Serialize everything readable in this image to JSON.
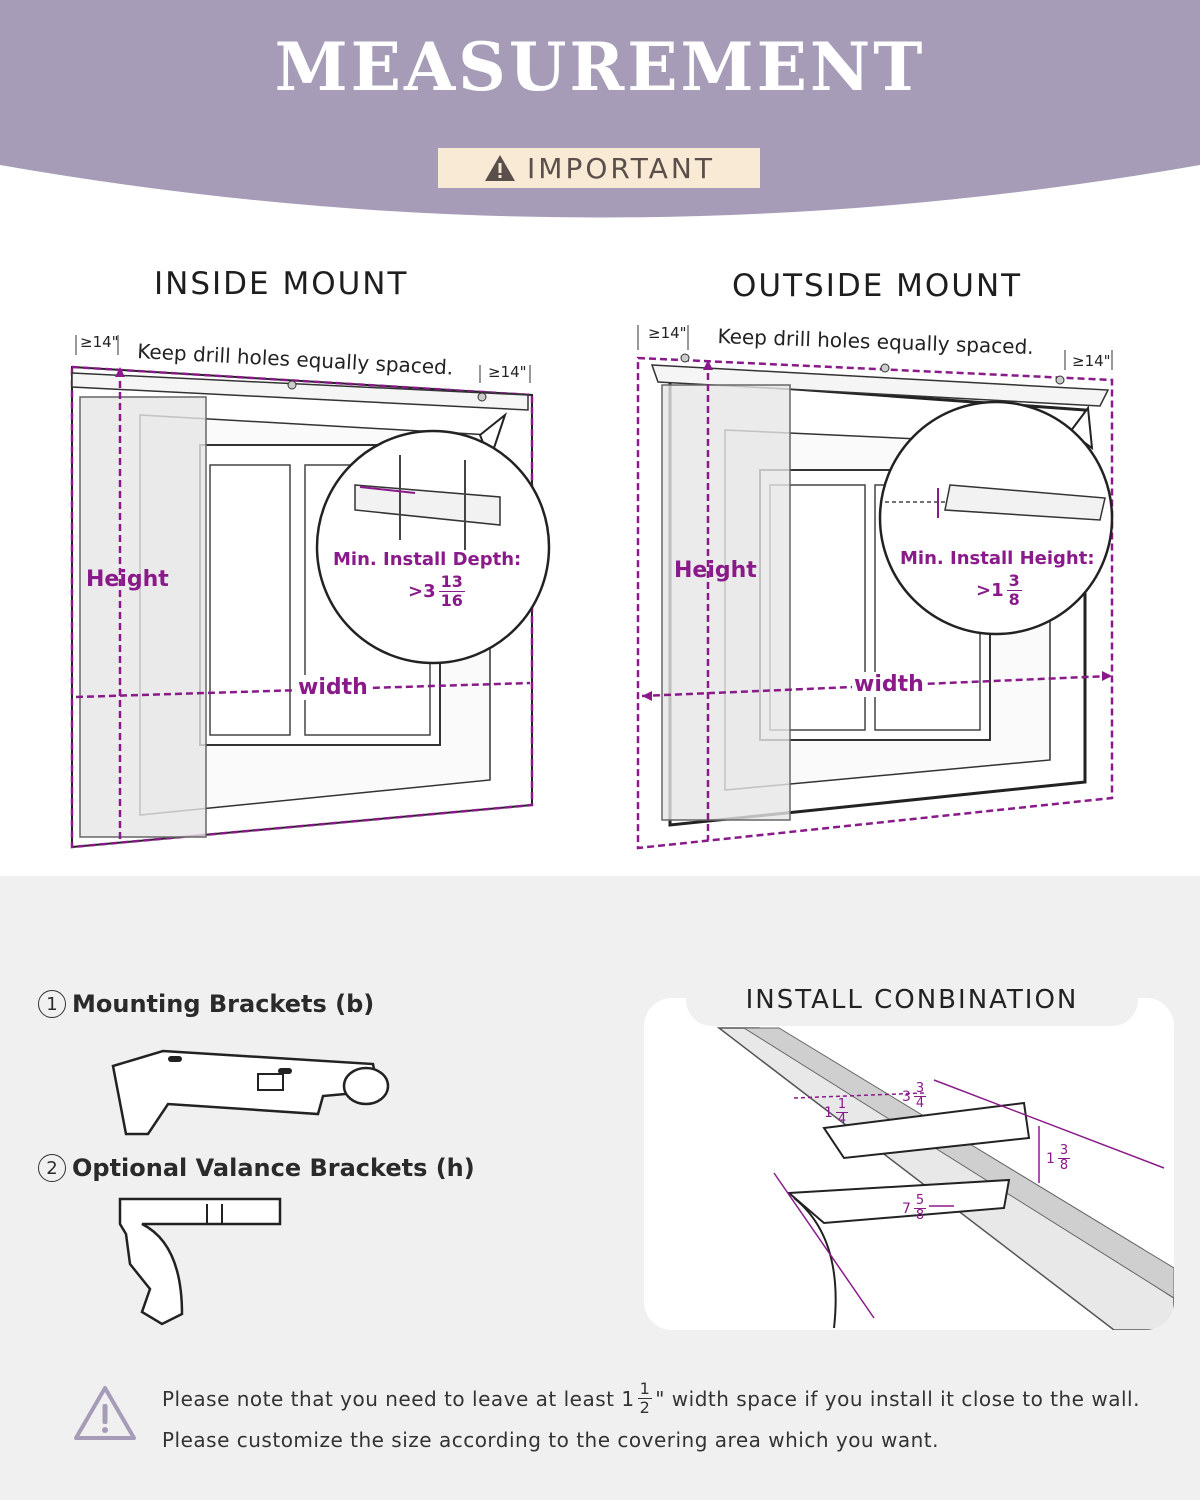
{
  "header": {
    "title": "MEASUREMENT",
    "badge": "IMPORTANT",
    "bg_color": "#a69cb8",
    "badge_bg": "#f8ead5",
    "icon": "warning-icon"
  },
  "inside_mount": {
    "title": "INSIDE MOUNT",
    "left_spacing": "≥14\"",
    "right_spacing": "≥14\"",
    "drill_note": "Keep drill holes equally spaced.",
    "height_label": "Height",
    "width_label": "width",
    "callout_label": "Min. Install Depth:",
    "callout_prefix": ">3",
    "callout_num": "13",
    "callout_den": "16"
  },
  "outside_mount": {
    "title": "OUTSIDE MOUNT",
    "left_spacing": "≥14\"",
    "right_spacing": "≥14\"",
    "drill_note": "Keep drill holes equally spaced.",
    "height_label": "Height",
    "width_label": "width",
    "callout_label": "Min. Install Height:",
    "callout_prefix": ">1",
    "callout_num": "3",
    "callout_den": "8"
  },
  "parts": {
    "item1_num": "1",
    "item1_label": "Mounting Brackets (b)",
    "item2_num": "2",
    "item2_label": "Optional Valance Brackets (h)"
  },
  "combination": {
    "title": "INSTALL CONBINATION",
    "dim_a_whole": "1",
    "dim_a_num": "1",
    "dim_a_den": "4",
    "dim_b_whole": "3",
    "dim_b_num": "3",
    "dim_b_den": "4",
    "dim_c_whole": "1",
    "dim_c_num": "3",
    "dim_c_den": "8",
    "dim_d_whole": "7",
    "dim_d_num": "5",
    "dim_d_den": "8"
  },
  "note": {
    "line1_pre": "Please note that you need to leave at least 1",
    "line1_num": "1",
    "line1_den": "2",
    "line1_post": "\" width space if you install it close to the wall.",
    "line2": "Please customize the size according to the covering area which you want.",
    "icon": "warning-icon"
  },
  "colors": {
    "accent": "#8a1a8a",
    "header": "#a69cb8"
  }
}
